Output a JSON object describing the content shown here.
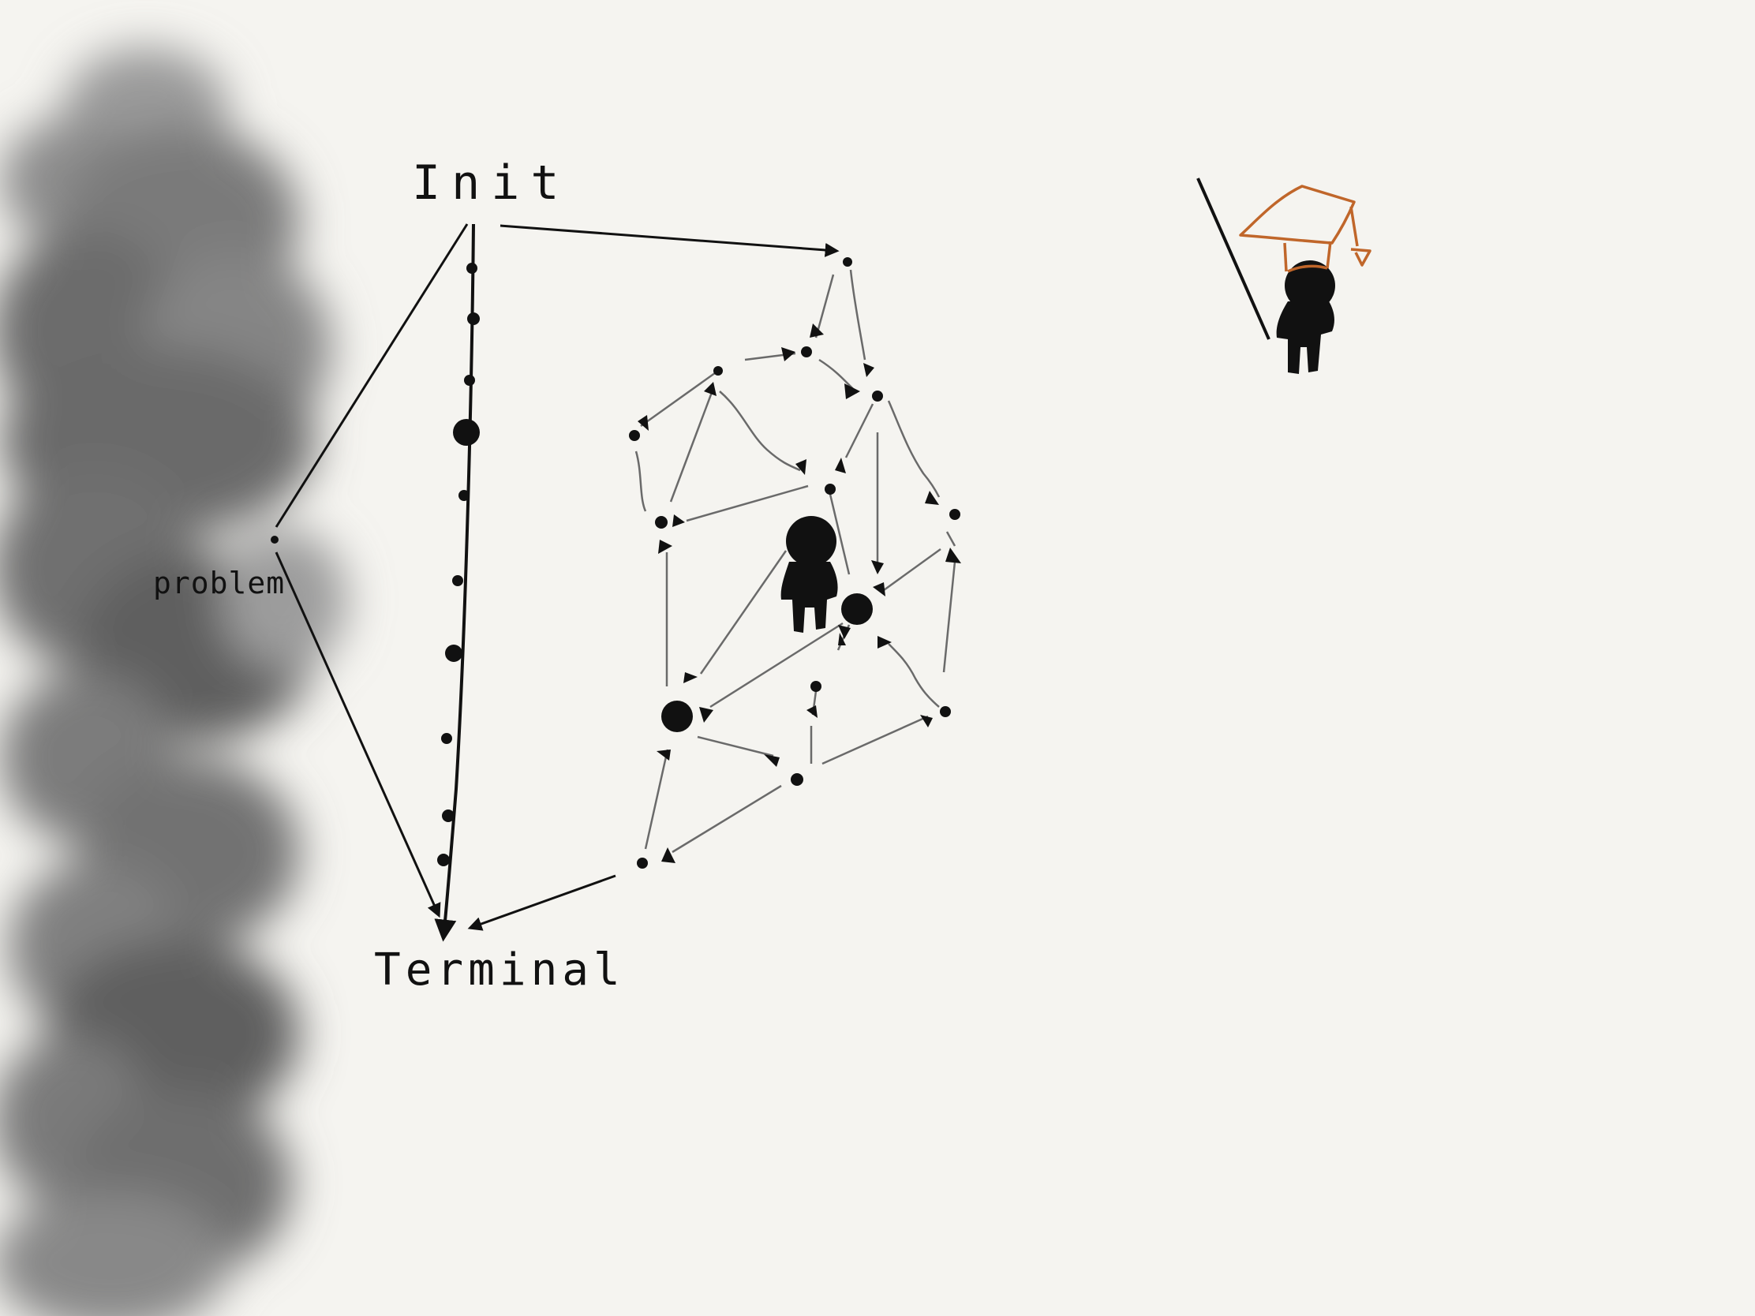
{
  "labels": {
    "init": "Init",
    "terminal": "Terminal",
    "problem": "problem"
  },
  "colors": {
    "background": "#f5f4f0",
    "ink": "#111111",
    "edge": "#6a6a6a",
    "cloud": "#555555",
    "cap": "#c0662a"
  },
  "icons": {
    "cloud": "gray-fog-cloud",
    "agent": "person-silhouette-icon",
    "graduate": "graduate-person-icon",
    "cap": "graduation-cap-icon"
  }
}
